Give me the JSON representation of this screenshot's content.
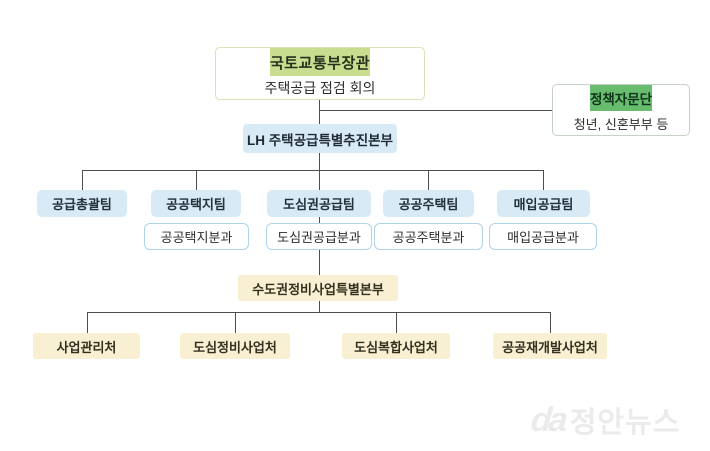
{
  "org_chart": {
    "top": {
      "title": "국토교통부장관",
      "subtitle": "주택공급 점검 회의"
    },
    "advisory": {
      "title": "정책자문단",
      "subtitle": "청년, 신혼부부 등"
    },
    "lh_hq": {
      "label": "LH 주택공급특별추진본부"
    },
    "teams": [
      {
        "label": "공급총괄팀"
      },
      {
        "label": "공공택지팀",
        "sub": "공공택지분과"
      },
      {
        "label": "도심권공급팀",
        "sub": "도심권공급분과"
      },
      {
        "label": "공공주택팀",
        "sub": "공공주택분과"
      },
      {
        "label": "매입공급팀",
        "sub": "매입공급분과"
      }
    ],
    "metro_hq": {
      "label": "수도권정비사업특별본부"
    },
    "departments": [
      {
        "label": "사업관리처"
      },
      {
        "label": "도심정비사업처"
      },
      {
        "label": "도심복합사업처"
      },
      {
        "label": "공공재개발사업처"
      }
    ]
  },
  "watermark": {
    "logo": "da",
    "brand": "정안뉴스"
  },
  "colors": {
    "top_header_bg": "#c8dd90",
    "advisory_header_bg": "#68bc6e",
    "team_bg": "#d8eaf6",
    "sub_border": "#aed3ea",
    "dept_bg": "#f9efd3",
    "connector_line": "#4d4d4d",
    "watermark_text": "#ebebeb"
  }
}
